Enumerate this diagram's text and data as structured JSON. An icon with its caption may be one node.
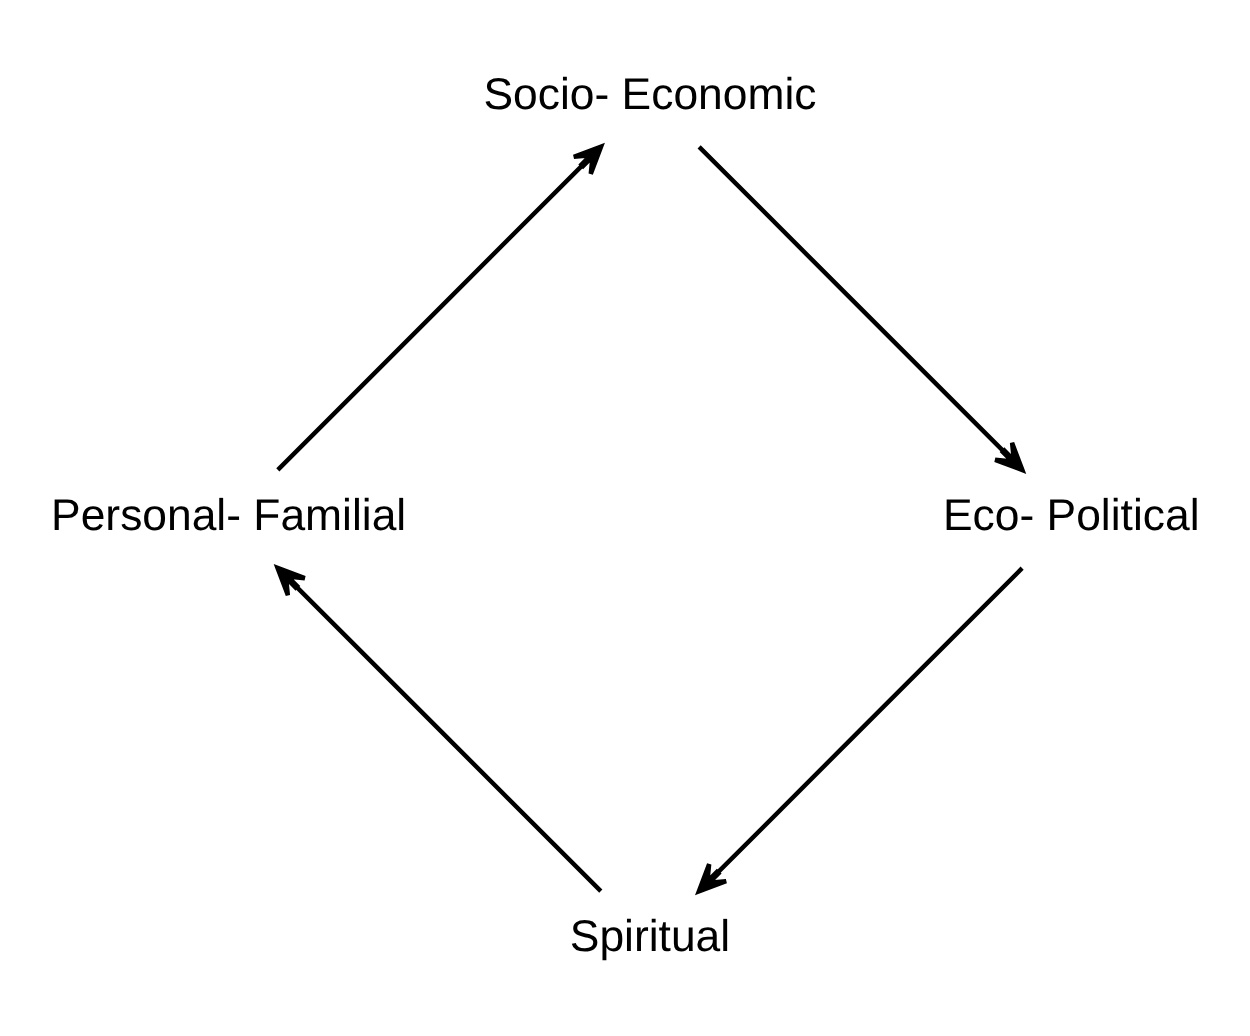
{
  "diagram": {
    "nodes": [
      {
        "text": [
          "Spiritual"
        ]
      },
      {
        "text": [
          "Personal- Familial"
        ]
      },
      {
        "text": [
          "Socio- Economic"
        ]
      },
      {
        "text": [
          "Eco- Political"
        ]
      }
    ],
    "edges": [
      {
        "from": 0,
        "to": 1,
        "arrow": "to"
      },
      {
        "from": 1,
        "to": 2,
        "arrow": "to"
      },
      {
        "from": 2,
        "to": 3,
        "arrow": "to"
      },
      {
        "from": 3,
        "to": 0,
        "arrow": "to"
      }
    ]
  }
}
